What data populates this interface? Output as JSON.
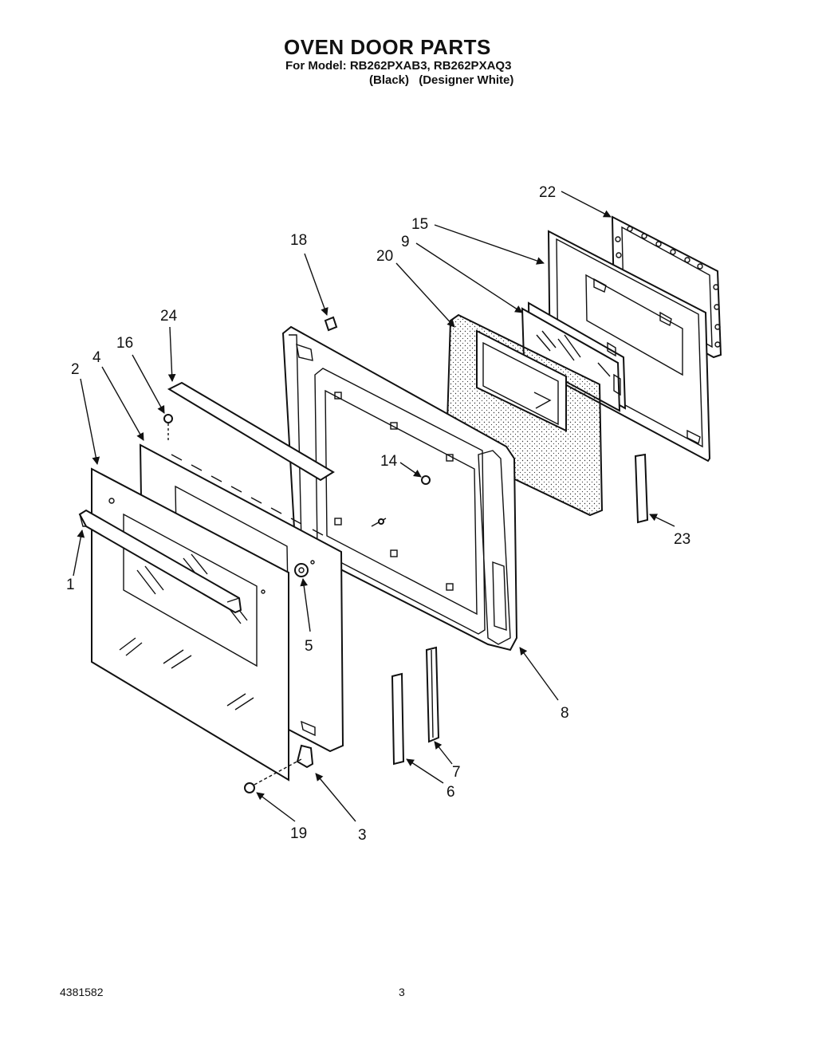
{
  "title": "OVEN DOOR PARTS",
  "model_line": "For Model: RB262PXAB3, RB262PXAQ3",
  "variants": [
    "(Black)",
    "(Designer White)"
  ],
  "callouts": {
    "c1": "1",
    "c2": "2",
    "c3": "3",
    "c4": "4",
    "c5": "5",
    "c6": "6",
    "c7": "7",
    "c8": "8",
    "c9": "9",
    "c14": "14",
    "c15": "15",
    "c16": "16",
    "c18": "18",
    "c19": "19",
    "c20": "20",
    "c22": "22",
    "c23": "23",
    "c24": "24"
  },
  "footer": {
    "doc_number": "4381582",
    "page": "3"
  }
}
